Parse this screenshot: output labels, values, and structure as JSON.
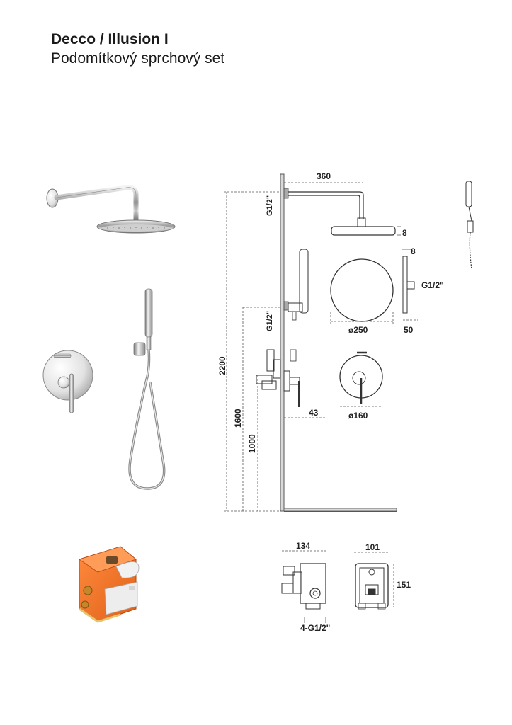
{
  "header": {
    "title": "Decco / Illusion I",
    "subtitle": "Podomítkový sprchový set"
  },
  "dimensions": {
    "arm_length": "360",
    "thread_top": "G1/2\"",
    "thread_mid": "G1/2\"",
    "head_thickness": "8",
    "head_side_thickness": "8",
    "head_side_thread": "G1/2\"",
    "head_diameter": "ø250",
    "head_side_depth": "50",
    "height_total": "2200",
    "height_holder": "1600",
    "height_mixer": "1000",
    "mixer_projection": "43",
    "plate_diameter": "ø160",
    "box_width": "134",
    "box_threads": "4-G1/2\"",
    "box_front_width": "101",
    "box_height": "151"
  }
}
